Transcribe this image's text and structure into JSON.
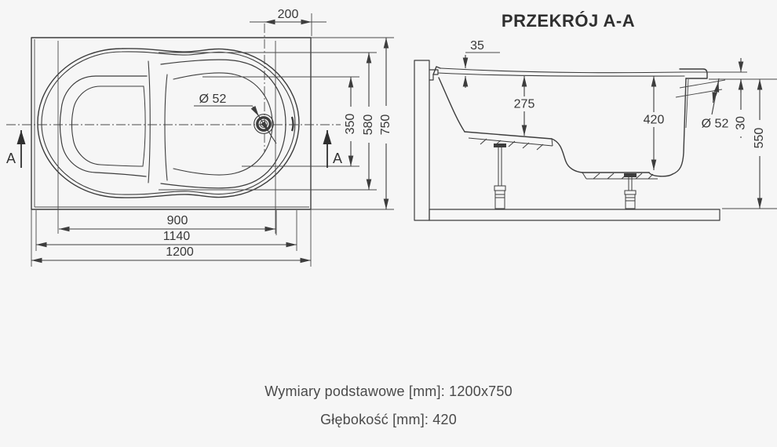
{
  "title": "PRZEKRÓJ A-A",
  "plan": {
    "dim_top": "200",
    "dim_drain": "Ø 52",
    "dim_width_inner": "350",
    "dim_width_mid": "580",
    "dim_width_overall": "750",
    "dim_length_inner": "900",
    "dim_length_mid": "1140",
    "dim_length_overall": "1200",
    "marker_left": "A",
    "marker_right": "A"
  },
  "section": {
    "dim_rim_drop": "35",
    "dim_seat_depth": "275",
    "dim_depth": "420",
    "dim_overflow": "Ø 52",
    "dim_rim_height": "30",
    "dim_total_height": "550"
  },
  "footer": {
    "line1": "Wymiary podstawowe [mm]: 1200x750",
    "line2": "Głębokość [mm]: 420"
  },
  "colors": {
    "line": "#3d3d3d",
    "background": "#f6f6f6"
  }
}
